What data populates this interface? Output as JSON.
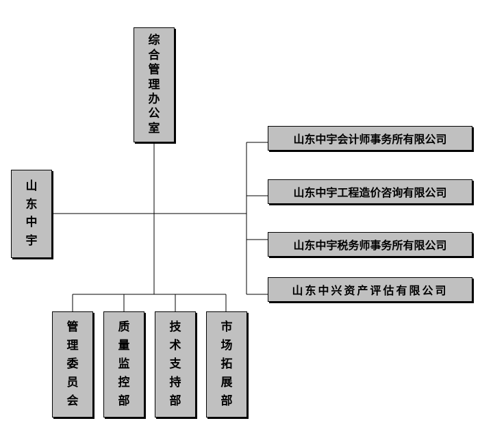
{
  "center": "山东中宇",
  "office": "综合管理办公室",
  "companies": [
    "山东中宇会计师事务所有限公司",
    "山东中宇工程造价咨询有限公司",
    "山东中宇税务师事务所有限公司",
    "山东中兴资产评估有限公司"
  ],
  "departments": [
    "管理委员会",
    "质量监控部",
    "技术支持部",
    "市场拓展部"
  ]
}
